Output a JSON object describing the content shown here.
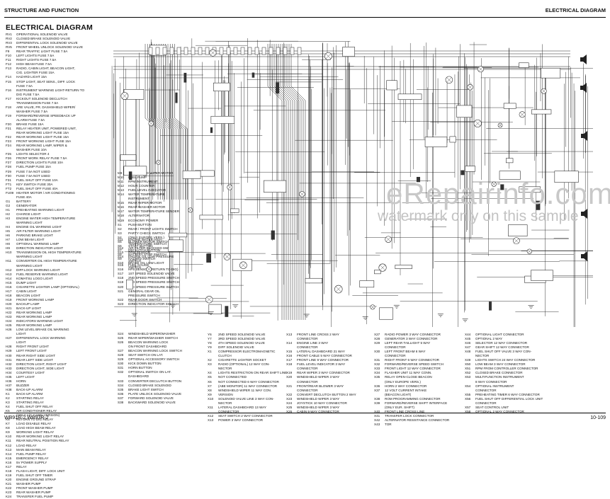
{
  "header": {
    "left": "STRUCTURE AND FUNCTION",
    "right": "ELECTRICAL DIAGRAM"
  },
  "title": "ELECTRICAL DIAGRAM",
  "watermark": {
    "line1": "eRepairinfo.com",
    "line2": "watermark only on this sample"
  },
  "footer": {
    "left": "WB91R-2 WB93R-2",
    "right": "10-109"
  },
  "legend_left": [
    [
      "RV1",
      "OPERATIONAL SOLENOID VALVE"
    ],
    [
      "RV2",
      "CLOSED BRAKE SOLENOID VALVE"
    ],
    [
      "RV3",
      "DIFFERENTIAL LOCK SOLENOID VALVE"
    ],
    [
      "RV5",
      "FRONT WHEEL UNLOCK SOLENOID VALVE"
    ],
    [
      "F9",
      "REAR TRAFFIC LIGHT FUSE 7.5A"
    ],
    [
      "F10",
      "LEFT LIGHTS FUSE 7.5A"
    ],
    [
      "F11",
      "RIGHT LIGHTS FUSE 7.5A"
    ],
    [
      "F12",
      "HIGH BEAM FUSE 7.5A"
    ],
    [
      "F13",
      "RADIO, CABIN LIGHT, BEACON LIGHT,"
    ],
    [
      "",
      "CIG. LIGHTER FUSE 15A"
    ],
    [
      "F14",
      "HAZARD LIGHT 15A"
    ],
    [
      "F15",
      "STOP LIGHT, SEAT SENS., DIFF. LOCK"
    ],
    [
      "",
      "FUSE 7.5A"
    ],
    [
      "F16",
      "INSTRUMENT WARNING LIGHT-RETURN TO"
    ],
    [
      "",
      "DIG FUSE 7.5A"
    ],
    [
      "F17",
      "KICKOUT SOLENOID DECLUTCH"
    ],
    [
      "",
      "TRANSMISSION FUSE 7.5A"
    ],
    [
      "F18",
      "ARE VALVE, PR. DASHSHIELD WIPER/"
    ],
    [
      "",
      "WASHER FUSE 7.5A"
    ],
    [
      "F19",
      "FORWARD/REVERSE SPEEDBACK UP"
    ],
    [
      "",
      "ALARM FUSE 7.5A"
    ],
    [
      "F20",
      "BRAKE FUSE 15A"
    ],
    [
      "F21",
      "RELAY HEATER UNIT, POWERED UNIT,"
    ],
    [
      "",
      "REAR WORKING LIGHT FUSE 15A"
    ],
    [
      "F22",
      "REAR WORKING LIGHT FUSE 15A"
    ],
    [
      "F23",
      "FRONT WORKING LIGHT FUSE 15A"
    ],
    [
      "F24",
      "REAR WORKING LAMP, WIPER &"
    ],
    [
      "",
      "WASHER FUSE 10A"
    ],
    [
      "F25",
      "LIGHTS SELECTOR 4"
    ],
    [
      "F26",
      "FRONT WORK RELAY FUSE 7.5A"
    ],
    [
      "F27",
      "DIRECTION LIGHTS FUSE 10A"
    ],
    [
      "F28",
      "FUEL PUMP FUSE 15A"
    ],
    [
      "F29",
      "FUSE 7.5A NOT USED"
    ],
    [
      "F30",
      "FUSE 7.5A NOT USED"
    ],
    [
      "F31",
      "FUEL SHUT OFF FUSE 10A"
    ],
    [
      "FT1",
      "KEY SWITCH FUSE 30A"
    ],
    [
      "FT2",
      "FUEL SHUT OFF FUSE 40A"
    ],
    [
      "FU09",
      "HEATER MOTOR / AIR CONDITIONING"
    ],
    [
      "",
      "FUSE 40A"
    ],
    [
      "G1",
      "BATTERY"
    ],
    [
      "G2",
      "GENERATOR"
    ],
    [
      "H1",
      "PREHEATING WARNING LIGHT"
    ],
    [
      "H2",
      "CHARGE LIGHT"
    ],
    [
      "H3",
      "ENGINE WATER HIGH TEMPERATURE"
    ],
    [
      "",
      "WARNING LIGHT"
    ],
    [
      "H4",
      "ENGINE OIL WARNING LIGHT"
    ],
    [
      "H5",
      "AIR FILTER WARNING LIGHT"
    ],
    [
      "H6",
      "PARKING BRAKE LIGHT"
    ],
    [
      "H7",
      "LOW BEAM LIGHT"
    ],
    [
      "H8",
      "OPTIONAL WARNING LAMP"
    ],
    [
      "H9",
      "DIRECTION INDICATOR LIGHT"
    ],
    [
      "H10",
      "TRANSMISSION OIL HIGH TEMPERATURE"
    ],
    [
      "",
      "WARNING LIGHT"
    ],
    [
      "H11",
      "CONVERTER OIL HIGH TEMPERATURE"
    ],
    [
      "",
      "WARNING LIGHT"
    ],
    [
      "H12",
      "DIFF.LOCK WARNING LIGHT"
    ],
    [
      "H13",
      "FUEL RESERVE WARNING LIGHT"
    ],
    [
      "H14",
      "KOMATSU LOGO LIGHT"
    ],
    [
      "H15",
      "DUMP LIGHT"
    ],
    [
      "H16",
      "CIGARETTE LIGHTER LAMP (OPTIONAL)"
    ],
    [
      "H17",
      "CABIN LIGHT"
    ],
    [
      "H18",
      "BEACON LIGHT"
    ],
    [
      "H19",
      "FRONT WORKING LAMP"
    ],
    [
      "H20",
      "BACKUP LAMP"
    ],
    [
      "H21",
      "BACK-UP LIGHT"
    ],
    [
      "H22",
      "REAR WORKING LAMP"
    ],
    [
      "H23",
      "REAR WORKING LAMP"
    ],
    [
      "H24",
      "INDICATORS WARNING LIGHT"
    ],
    [
      "H25",
      "REAR WORKING LAMP"
    ],
    [
      "H26",
      "LOW LEVEL BRAKE OIL WARNING"
    ],
    [
      "",
      "LIGHT"
    ],
    [
      "H27",
      "DIFFERENTIAL LOCK WARNING"
    ],
    [
      "",
      "LIGHT"
    ],
    [
      "H28",
      "RIGHT FRONT LIGHT"
    ],
    [
      "H29",
      "LEFT FRONT LIGHT"
    ],
    [
      "H30",
      "REAR RIGHT SIDE LIGHT"
    ],
    [
      "H31",
      "REAR LEFT SIDE LIGHT"
    ],
    [
      "H32",
      "DIRECTION LIGHT, RIGHT LIGHT"
    ],
    [
      "H33",
      "DIRECTION LIGHT, SIDE LIGHT"
    ],
    [
      "H34",
      "COURTESY LIGHT"
    ],
    [
      "H35",
      "LEFT LIGHT"
    ],
    [
      "H36",
      "HORN"
    ],
    [
      "H37",
      "BUZZER"
    ],
    [
      "H38",
      "BACK-UP ALARM"
    ],
    [
      "K1",
      "BACK-UP ALARM"
    ],
    [
      "K2",
      "STARTING RELAY"
    ],
    [
      "K3",
      "STARTING RELAY"
    ],
    [
      "K4",
      "FUEL SHUT OFF RELAY"
    ],
    [
      "K5",
      "AIR CONDITIONER RELAY"
    ],
    [
      "",
      "(ONLY A/C CABIN VERSION)"
    ],
    [
      "K6",
      "RETURN TO DIG RELAY"
    ],
    [
      "K7",
      "LOAD DISABLE RELAY"
    ],
    [
      "K8",
      "LOAD HIGH BEAM RELAY"
    ],
    [
      "K9",
      "WORKING LIGHT RELAY"
    ],
    [
      "K10",
      "REAR WORKING LIGHT RELAY"
    ],
    [
      "K11",
      "REAR NEUTRAL POSITION RELAY"
    ],
    [
      "K12",
      "LOAD RELAY"
    ],
    [
      "K13",
      "MAIN BEAM RELAY"
    ],
    [
      "K14",
      "FUEL PUMP RELAY"
    ],
    [
      "K15",
      "EMERGENCY RELAY"
    ],
    [
      "K16",
      "5V POWER SUPPLY"
    ],
    [
      "K17",
      "RELAY"
    ],
    [
      "K18",
      "FLASH LIGHT, DIFF. LOCK UNIT"
    ],
    [
      "K19",
      "FUEL SHUT OFF TIMER"
    ],
    [
      "K20",
      "ENGINE GROUND STRAP"
    ],
    [
      "K21",
      "WASHER PUMP"
    ],
    [
      "K22",
      "FRONT WASHER PUMP"
    ],
    [
      "K23",
      "REAR WASHER PUMP"
    ],
    [
      "K24",
      "TRANSFER FUEL PUMP"
    ]
  ],
  "legend_m1": [
    [
      "M9",
      "WINDSHIELD WIPER MOTOR"
    ],
    [
      "M10",
      "FUEL PUMP"
    ],
    [
      "M11",
      "RPM INSTRUMENT"
    ],
    [
      "M12",
      "HOUR COUNTER"
    ],
    [
      "M13",
      "FUEL LEVEL INDICATOR"
    ],
    [
      "M14",
      "WATER TEMPERATURE"
    ],
    [
      "",
      "INSTRUMENT"
    ],
    [
      "M15",
      "REAR WIPER MOTOR"
    ],
    [
      "M16",
      "REAR WASHER MOTOR"
    ],
    [
      "M17",
      "WATER TEMPERATURE SENDER"
    ],
    [
      "M18",
      "ALTERNATOR"
    ],
    [
      "M19",
      "ECONOMY POWER"
    ],
    [
      "S1",
      "PUSH BUTTON"
    ],
    [
      "S2",
      "REAR / FRONT LIGHTS SWITCH"
    ],
    [
      "S3",
      "PARTY CHECK SWITCH"
    ],
    [
      "S4",
      "(ONLY EUROPE VERS.)"
    ],
    [
      "S5",
      "BLOWER MOTOR SWITCH"
    ],
    [
      "S6",
      "START BUTTON"
    ],
    [
      "S7",
      "DECLUTCH BUTTON"
    ],
    [
      "S8",
      "BATTERY STOP SWITCH"
    ],
    [
      "S9",
      "HAZARD SWITCH"
    ],
    [
      "S10",
      "BRAKE OIL LOW LIGHT"
    ],
    [
      "",
      "SWITCH"
    ]
  ],
  "legend_m2": [
    [
      "S11",
      "ENGINE WATER HIGH"
    ],
    [
      "",
      "TEMPERATURE SWITCH"
    ],
    [
      "S12",
      "AIR FILTER BLOCKED SWITCH"
    ],
    [
      "S13",
      "RPM SENSOR"
    ],
    [
      "S14",
      "ENGINE OIL LOW PRESSURE"
    ],
    [
      "",
      "SWITCH"
    ],
    [
      "S15",
      "FUEL GAUGE"
    ],
    [
      "S16",
      "HPS SENSOR (RETURN TO DIG)"
    ],
    [
      "S17",
      "1ST SPEED SOLENOID VALVE"
    ],
    [
      "S18",
      "2ND SPEED PRESSURE SWITCH"
    ],
    [
      "S19",
      "3RD SPEED PRESSURE SWITCH"
    ],
    [
      "S20",
      "4TH SPEED PRESSURE SWITCH"
    ],
    [
      "S21",
      "GENERAL GEAR OIL"
    ],
    [
      "",
      "PRESSURE SWITCH"
    ],
    [
      "S22",
      "REAR DOOR SWITCH"
    ],
    [
      "S23",
      "DIRECTION INDICATOR SWITCH"
    ]
  ],
  "legend_b1": [
    [
      "S24",
      "WINDSHIELD WIPER/WASHER"
    ],
    [
      "S25",
      "REAR WIPER/WASHER SWITCH"
    ],
    [
      "S26",
      "BEACON WARNING LOCK"
    ],
    [
      "",
      "ON FRONT DASHBOARD"
    ],
    [
      "S27",
      "BEACON WARNING LOCK SWITCH"
    ],
    [
      "S28",
      "SEAT SWITCH ON LAT."
    ],
    [
      "S29",
      "OPTIONAL ACCESSORY SWITCH"
    ],
    [
      "S30",
      "KICK DOWN BUTTON"
    ],
    [
      "S31",
      "HORN BUTTON"
    ],
    [
      "S32",
      "OPTIONAL SWITCH ON LAT."
    ],
    [
      "",
      "DASHBOARD"
    ],
    [
      "S33",
      "CONVERTER DECLUTCH BUTTON"
    ],
    [
      "S34",
      "CLOSED BRAKE SOLENOID"
    ],
    [
      "S35",
      "BRAKE LIGHT SWITCH"
    ],
    [
      "S36",
      "PLATE UNLOCK SOLENOID VALVE"
    ],
    [
      "S37",
      "FORWARD SOLENOID VALVE"
    ],
    [
      "S38",
      "BACKWARD SOLENOID VALVE"
    ]
  ],
  "legend_b2": [
    [
      "Y6",
      "2ND SPEED SOLENOID VALVE"
    ],
    [
      "Y7",
      "3RD SPEED SOLENOID VALVE"
    ],
    [
      "Y8",
      "4TH SPEED SOLENOID VALVE"
    ],
    [
      "Y9",
      "DIFF SOLENOID VALVE"
    ],
    [
      "X1",
      "COMPRESSOR ELECTROMAGNETIC"
    ],
    [
      "",
      "CLUTCH"
    ],
    [
      "X2",
      "CIGARETTE LIGHTER SOCKET"
    ],
    [
      "X3",
      "RADIO (OPTIONAL) 12 WAY CON-"
    ],
    [
      "",
      "NECTOR"
    ],
    [
      "X4",
      "LIGHTS RESTRICTION ON REAR SHIFT LINE"
    ],
    [
      "X5",
      "NOT CONNECTED"
    ],
    [
      "X6",
      "NOT CONNECTED 6 WAY CONNECTOR"
    ],
    [
      "X7",
      "(ABE MONITOR) 11 WAY CONNECTOR"
    ],
    [
      "X8",
      "WINDSHIELD WIPER 11 WAY CON."
    ],
    [
      "X9",
      "VERSION"
    ],
    [
      "X10",
      "SOLENOID VALVE LINE 3 WAY CON-"
    ],
    [
      "",
      "NECTOR"
    ],
    [
      "X11",
      "LATERAL DASHBOARD 13 WAY"
    ],
    [
      "",
      "CONNECTOR"
    ],
    [
      "X12",
      "SEAT SWITCH 2 WAY CONNECTOR"
    ],
    [
      "X13",
      "POWER 3 WAY CONNECTOR"
    ]
  ],
  "legend_b3": [
    [
      "X13",
      "FRONT LINE CROSS 2 WAY"
    ],
    [
      "",
      "CONNECTOR"
    ],
    [
      "X14",
      "ENGINE LINE 3 WAY"
    ],
    [
      "",
      "CONNECTOR"
    ],
    [
      "X15",
      "LATERAL DASHBOARD 21 WAY"
    ],
    [
      "X16",
      "FRONT CABLE 5 WAY CONNECTOR"
    ],
    [
      "X17",
      "FRONT LINE 9 WAY CONNECTOR"
    ],
    [
      "X18",
      "FUEL LEVEL INDICATOR 3 WAY"
    ],
    [
      "",
      "CONNECTOR"
    ],
    [
      "X19",
      "REAR WIPER 3 WAY CONNECTOR"
    ],
    [
      "X20",
      "WINDSHIELD WIPER 3 WAY"
    ],
    [
      "",
      "CONNECTOR"
    ],
    [
      "X21",
      "FRONT/REAR BLOWER 3 WAY"
    ],
    [
      "",
      "CONNECTOR"
    ],
    [
      "X22",
      "CONVERT DECLUTCH BUTTON 2 WAY"
    ],
    [
      "X23",
      "WINDSHIELD WIPER 3 WAY"
    ],
    [
      "X24",
      "JOYSTICK 10 WAY CONNECTOR"
    ],
    [
      "X25",
      "WINDSHIELD WIPER 3 WAY"
    ],
    [
      "X26",
      "CABIN 9 WAY CONNECTOR"
    ]
  ],
  "legend_b4": [
    [
      "X27",
      "RADIO POWER 3 WAY CONNECTOR"
    ],
    [
      "X28",
      "GENERATOR 3 WAY CONNECTOR"
    ],
    [
      "X29",
      "LEFT REAR TAILLIGHT 5 WAY"
    ],
    [
      "",
      "CONNECTOR"
    ],
    [
      "X30",
      "LEFT FRONT BEAM 6 WAY"
    ],
    [
      "",
      "CONNECTOR"
    ],
    [
      "X31",
      "RIGHT FRONT 6 WAY CONNECTOR"
    ],
    [
      "X32",
      "FORWARD/REVERSE SPEED SWITCH"
    ],
    [
      "X33",
      "FRONT LIGHT 12 WAY CONNECTOR"
    ],
    [
      "X34",
      "FLASHER UNIT 11 WAY CONN."
    ],
    [
      "X35",
      "RELAY OPEN-CLOSE BEACON"
    ],
    [
      "",
      "(ONLY EUROPE VERS.)"
    ],
    [
      "X36",
      "HORN 2 WAY CONNECTOR"
    ],
    [
      "X37",
      "12 VOLT CURRENT INTAKE"
    ],
    [
      "",
      "(BEACON LIGHT)"
    ],
    [
      "X38",
      "ROM PROGRAMMING CONNECTOR"
    ],
    [
      "X39",
      "FORWARD/REVERSE SHIFT INTERFACE"
    ],
    [
      "",
      "(ONLY EUR. SHIFT)"
    ],
    [
      "X40",
      "FRONT LINE CROSS LINE"
    ],
    [
      "X41",
      "TRANSFER LOCK CONNECTOR"
    ],
    [
      "X42",
      "ALTERNATOR RESISTANCE CONNECTOR"
    ],
    [
      "X43",
      "TOR"
    ]
  ],
  "legend_b5": [
    [
      "X44",
      "OPTIONAL LIGHT CONNECTOR"
    ],
    [
      "X45",
      "OPTIONAL 2 WAY"
    ],
    [
      "X46",
      "SELECTOR 12 WAY CONNECTOR"
    ],
    [
      "X47",
      "GEAR SHIFT 12 WAY CONNECTOR"
    ],
    [
      "X48",
      "FUEL SHUT OFF VALVE 3 WAY CON-"
    ],
    [
      "",
      "NECTOR"
    ],
    [
      "X49",
      "LIGHTS SWITCH 24 WAY CONNECTOR"
    ],
    [
      "X50",
      "LOW BEAM 3 WAY CONNECTOR"
    ],
    [
      "X51",
      "RPM FROM CONTROLLER CONNECTOR"
    ],
    [
      "X52",
      "CLOSED BRAKE CONNECTOR"
    ],
    [
      "X53",
      "MULTIFUNCTION INSTRUMENT"
    ],
    [
      "",
      "8 WAY CONNECTOR"
    ],
    [
      "X54",
      "OPTIONAL INSTRUMENT"
    ],
    [
      "",
      "CONNECTOR"
    ],
    [
      "X55",
      "PREHEATING TIMER 6 WAY CONNECTOR"
    ],
    [
      "X56",
      "FUEL SHUT OFF DIFFERENTIAL LOCK UNIT"
    ],
    [
      "",
      "CONNECTOR"
    ],
    [
      "X57",
      "SEAT CONTROL UNIT"
    ],
    [
      "X58",
      "OPTIONAL 2 WAY CONNECTOR"
    ]
  ]
}
